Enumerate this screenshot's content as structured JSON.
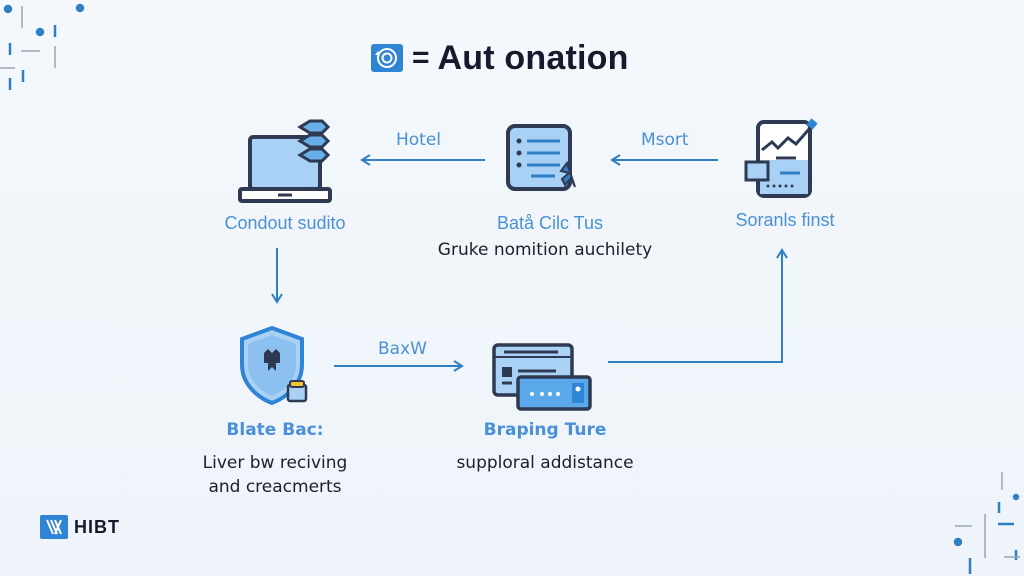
{
  "header": {
    "icon": "automation-cycle-icon",
    "equals": "=",
    "title": "Aut onation"
  },
  "nodes": [
    {
      "id": "laptop",
      "icon": "laptop-database-icon",
      "title": "Condout sudito",
      "description": []
    },
    {
      "id": "checklist",
      "icon": "checklist-cursor-icon",
      "title": "Batå Cilc Tus",
      "description": [
        "Gruke nomition auchilety"
      ]
    },
    {
      "id": "report",
      "icon": "chart-report-icon",
      "title": "Soranls finst",
      "description": []
    },
    {
      "id": "shield",
      "icon": "shield-lock-icon",
      "title": "Blate Bac:",
      "description": [
        "Liver bw reciving",
        "and creacmerts"
      ]
    },
    {
      "id": "cards",
      "icon": "browser-windows-icon",
      "title": "Braping Ture",
      "description": [
        "supploral addistance"
      ]
    }
  ],
  "edges": [
    {
      "from": "checklist",
      "to": "laptop",
      "label": "Hotel"
    },
    {
      "from": "report",
      "to": "checklist",
      "label": "Msort"
    },
    {
      "from": "laptop",
      "to": "shield",
      "label": ""
    },
    {
      "from": "shield",
      "to": "cards",
      "label": "BaxW"
    },
    {
      "from": "cards",
      "to": "report",
      "label": ""
    }
  ],
  "brand": {
    "name": "HIBT",
    "icon": "hibt-logo-icon"
  },
  "colors": {
    "accent": "#2f7fc4",
    "label_blue": "#4a90d6",
    "icon_fill": "#8cc0f0",
    "icon_stroke": "#2e3a52",
    "text_dark": "#151a2c",
    "background": "#f1f6fb"
  }
}
